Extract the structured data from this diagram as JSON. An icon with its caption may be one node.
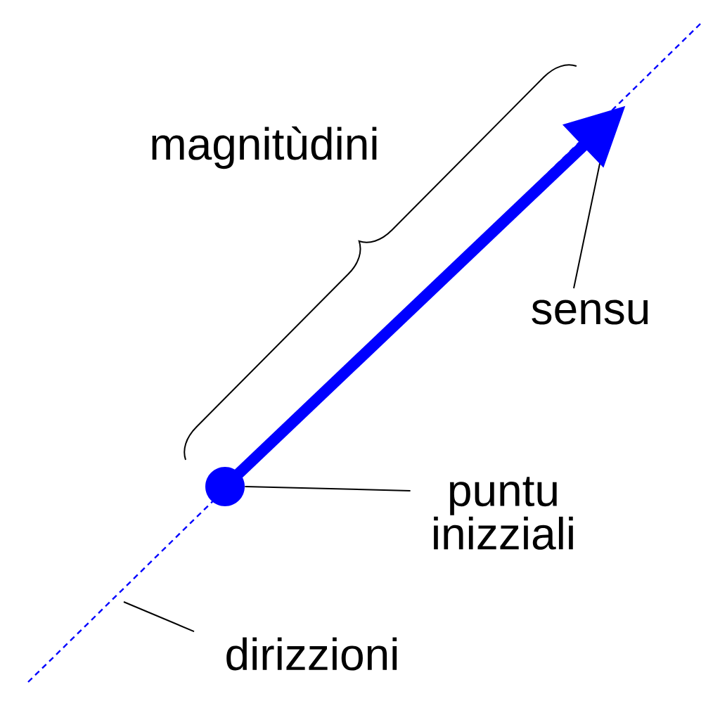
{
  "diagram": {
    "nodes": [
      {
        "text": [
          "sensu"
        ]
      },
      {
        "text": [
          "puntu inizziali"
        ]
      },
      {
        "text": [],
        "shape": "circle"
      },
      {
        "text": [
          "dirizzioni"
        ]
      }
    ],
    "edges": [
      {
        "from": 0,
        "to": null,
        "arrow": "none"
      },
      {
        "from": 1,
        "to": 2,
        "arrow": "none"
      },
      {
        "from": 2,
        "to": null,
        "arrow": "to",
        "style": "thick",
        "color": "#0000ff"
      },
      {
        "from": 3,
        "to": null,
        "arrow": "none"
      }
    ],
    "labels": [
      "magnitùdini"
    ]
  }
}
